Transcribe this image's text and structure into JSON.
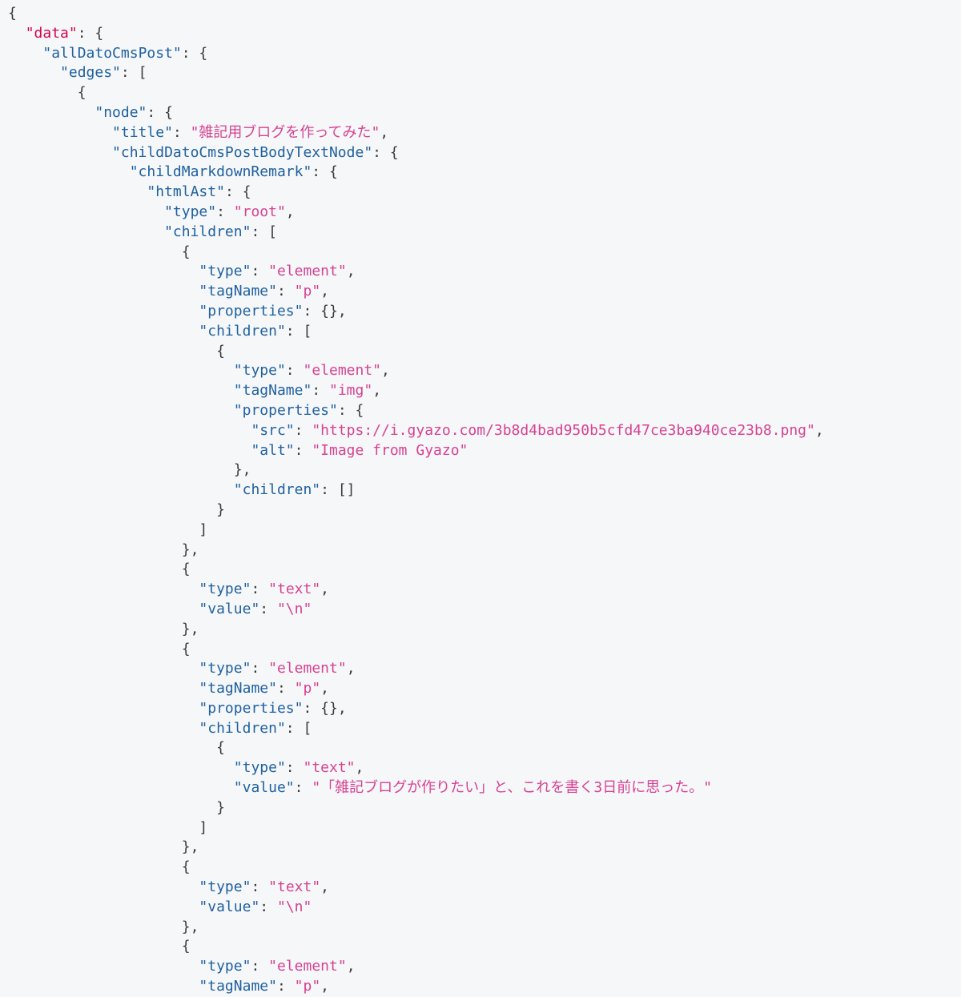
{
  "page": {
    "background": "#f6f7f9",
    "colors": {
      "key": "#1f61a0",
      "root_key": "#d2054e",
      "string": "#d64292",
      "punctuation": "#3b3b3b"
    },
    "indent_unit_spaces": 2
  },
  "json_lines": [
    {
      "i": 0,
      "t": [
        {
          "c": "p",
          "v": "{"
        }
      ]
    },
    {
      "i": 1,
      "t": [
        {
          "c": "rk",
          "v": "\"data\""
        },
        {
          "c": "p",
          "v": ": {"
        }
      ]
    },
    {
      "i": 2,
      "t": [
        {
          "c": "k",
          "v": "\"allDatoCmsPost\""
        },
        {
          "c": "p",
          "v": ": {"
        }
      ]
    },
    {
      "i": 3,
      "t": [
        {
          "c": "k",
          "v": "\"edges\""
        },
        {
          "c": "p",
          "v": ": ["
        }
      ]
    },
    {
      "i": 4,
      "t": [
        {
          "c": "p",
          "v": "{"
        }
      ]
    },
    {
      "i": 5,
      "t": [
        {
          "c": "k",
          "v": "\"node\""
        },
        {
          "c": "p",
          "v": ": {"
        }
      ]
    },
    {
      "i": 6,
      "t": [
        {
          "c": "k",
          "v": "\"title\""
        },
        {
          "c": "p",
          "v": ": "
        },
        {
          "c": "s",
          "v": "\"雑記用ブログを作ってみた\""
        },
        {
          "c": "p",
          "v": ","
        }
      ]
    },
    {
      "i": 6,
      "t": [
        {
          "c": "k",
          "v": "\"childDatoCmsPostBodyTextNode\""
        },
        {
          "c": "p",
          "v": ": {"
        }
      ]
    },
    {
      "i": 7,
      "t": [
        {
          "c": "k",
          "v": "\"childMarkdownRemark\""
        },
        {
          "c": "p",
          "v": ": {"
        }
      ]
    },
    {
      "i": 8,
      "t": [
        {
          "c": "k",
          "v": "\"htmlAst\""
        },
        {
          "c": "p",
          "v": ": {"
        }
      ]
    },
    {
      "i": 9,
      "t": [
        {
          "c": "k",
          "v": "\"type\""
        },
        {
          "c": "p",
          "v": ": "
        },
        {
          "c": "s",
          "v": "\"root\""
        },
        {
          "c": "p",
          "v": ","
        }
      ]
    },
    {
      "i": 9,
      "t": [
        {
          "c": "k",
          "v": "\"children\""
        },
        {
          "c": "p",
          "v": ": ["
        }
      ]
    },
    {
      "i": 10,
      "t": [
        {
          "c": "p",
          "v": "{"
        }
      ]
    },
    {
      "i": 11,
      "t": [
        {
          "c": "k",
          "v": "\"type\""
        },
        {
          "c": "p",
          "v": ": "
        },
        {
          "c": "s",
          "v": "\"element\""
        },
        {
          "c": "p",
          "v": ","
        }
      ]
    },
    {
      "i": 11,
      "t": [
        {
          "c": "k",
          "v": "\"tagName\""
        },
        {
          "c": "p",
          "v": ": "
        },
        {
          "c": "s",
          "v": "\"p\""
        },
        {
          "c": "p",
          "v": ","
        }
      ]
    },
    {
      "i": 11,
      "t": [
        {
          "c": "k",
          "v": "\"properties\""
        },
        {
          "c": "p",
          "v": ": {},"
        }
      ]
    },
    {
      "i": 11,
      "t": [
        {
          "c": "k",
          "v": "\"children\""
        },
        {
          "c": "p",
          "v": ": ["
        }
      ]
    },
    {
      "i": 12,
      "t": [
        {
          "c": "p",
          "v": "{"
        }
      ]
    },
    {
      "i": 13,
      "t": [
        {
          "c": "k",
          "v": "\"type\""
        },
        {
          "c": "p",
          "v": ": "
        },
        {
          "c": "s",
          "v": "\"element\""
        },
        {
          "c": "p",
          "v": ","
        }
      ]
    },
    {
      "i": 13,
      "t": [
        {
          "c": "k",
          "v": "\"tagName\""
        },
        {
          "c": "p",
          "v": ": "
        },
        {
          "c": "s",
          "v": "\"img\""
        },
        {
          "c": "p",
          "v": ","
        }
      ]
    },
    {
      "i": 13,
      "t": [
        {
          "c": "k",
          "v": "\"properties\""
        },
        {
          "c": "p",
          "v": ": {"
        }
      ]
    },
    {
      "i": 14,
      "t": [
        {
          "c": "k",
          "v": "\"src\""
        },
        {
          "c": "p",
          "v": ": "
        },
        {
          "c": "s",
          "v": "\"https://i.gyazo.com/3b8d4bad950b5cfd47ce3ba940ce23b8.png\""
        },
        {
          "c": "p",
          "v": ","
        }
      ]
    },
    {
      "i": 14,
      "t": [
        {
          "c": "k",
          "v": "\"alt\""
        },
        {
          "c": "p",
          "v": ": "
        },
        {
          "c": "s",
          "v": "\"Image from Gyazo\""
        }
      ]
    },
    {
      "i": 13,
      "t": [
        {
          "c": "p",
          "v": "},"
        }
      ]
    },
    {
      "i": 13,
      "t": [
        {
          "c": "k",
          "v": "\"children\""
        },
        {
          "c": "p",
          "v": ": []"
        }
      ]
    },
    {
      "i": 12,
      "t": [
        {
          "c": "p",
          "v": "}"
        }
      ]
    },
    {
      "i": 11,
      "t": [
        {
          "c": "p",
          "v": "]"
        }
      ]
    },
    {
      "i": 10,
      "t": [
        {
          "c": "p",
          "v": "},"
        }
      ]
    },
    {
      "i": 10,
      "t": [
        {
          "c": "p",
          "v": "{"
        }
      ]
    },
    {
      "i": 11,
      "t": [
        {
          "c": "k",
          "v": "\"type\""
        },
        {
          "c": "p",
          "v": ": "
        },
        {
          "c": "s",
          "v": "\"text\""
        },
        {
          "c": "p",
          "v": ","
        }
      ]
    },
    {
      "i": 11,
      "t": [
        {
          "c": "k",
          "v": "\"value\""
        },
        {
          "c": "p",
          "v": ": "
        },
        {
          "c": "s",
          "v": "\"\\n\""
        }
      ]
    },
    {
      "i": 10,
      "t": [
        {
          "c": "p",
          "v": "},"
        }
      ]
    },
    {
      "i": 10,
      "t": [
        {
          "c": "p",
          "v": "{"
        }
      ]
    },
    {
      "i": 11,
      "t": [
        {
          "c": "k",
          "v": "\"type\""
        },
        {
          "c": "p",
          "v": ": "
        },
        {
          "c": "s",
          "v": "\"element\""
        },
        {
          "c": "p",
          "v": ","
        }
      ]
    },
    {
      "i": 11,
      "t": [
        {
          "c": "k",
          "v": "\"tagName\""
        },
        {
          "c": "p",
          "v": ": "
        },
        {
          "c": "s",
          "v": "\"p\""
        },
        {
          "c": "p",
          "v": ","
        }
      ]
    },
    {
      "i": 11,
      "t": [
        {
          "c": "k",
          "v": "\"properties\""
        },
        {
          "c": "p",
          "v": ": {},"
        }
      ]
    },
    {
      "i": 11,
      "t": [
        {
          "c": "k",
          "v": "\"children\""
        },
        {
          "c": "p",
          "v": ": ["
        }
      ]
    },
    {
      "i": 12,
      "t": [
        {
          "c": "p",
          "v": "{"
        }
      ]
    },
    {
      "i": 13,
      "t": [
        {
          "c": "k",
          "v": "\"type\""
        },
        {
          "c": "p",
          "v": ": "
        },
        {
          "c": "s",
          "v": "\"text\""
        },
        {
          "c": "p",
          "v": ","
        }
      ]
    },
    {
      "i": 13,
      "t": [
        {
          "c": "k",
          "v": "\"value\""
        },
        {
          "c": "p",
          "v": ": "
        },
        {
          "c": "s",
          "v": "\"「雑記ブログが作りたい」と、これを書く3日前に思った。\""
        }
      ]
    },
    {
      "i": 12,
      "t": [
        {
          "c": "p",
          "v": "}"
        }
      ]
    },
    {
      "i": 11,
      "t": [
        {
          "c": "p",
          "v": "]"
        }
      ]
    },
    {
      "i": 10,
      "t": [
        {
          "c": "p",
          "v": "},"
        }
      ]
    },
    {
      "i": 10,
      "t": [
        {
          "c": "p",
          "v": "{"
        }
      ]
    },
    {
      "i": 11,
      "t": [
        {
          "c": "k",
          "v": "\"type\""
        },
        {
          "c": "p",
          "v": ": "
        },
        {
          "c": "s",
          "v": "\"text\""
        },
        {
          "c": "p",
          "v": ","
        }
      ]
    },
    {
      "i": 11,
      "t": [
        {
          "c": "k",
          "v": "\"value\""
        },
        {
          "c": "p",
          "v": ": "
        },
        {
          "c": "s",
          "v": "\"\\n\""
        }
      ]
    },
    {
      "i": 10,
      "t": [
        {
          "c": "p",
          "v": "},"
        }
      ]
    },
    {
      "i": 10,
      "t": [
        {
          "c": "p",
          "v": "{"
        }
      ]
    },
    {
      "i": 11,
      "t": [
        {
          "c": "k",
          "v": "\"type\""
        },
        {
          "c": "p",
          "v": ": "
        },
        {
          "c": "s",
          "v": "\"element\""
        },
        {
          "c": "p",
          "v": ","
        }
      ]
    },
    {
      "i": 11,
      "t": [
        {
          "c": "k",
          "v": "\"tagName\""
        },
        {
          "c": "p",
          "v": ": "
        },
        {
          "c": "s",
          "v": "\"p\""
        },
        {
          "c": "p",
          "v": ","
        }
      ]
    }
  ]
}
